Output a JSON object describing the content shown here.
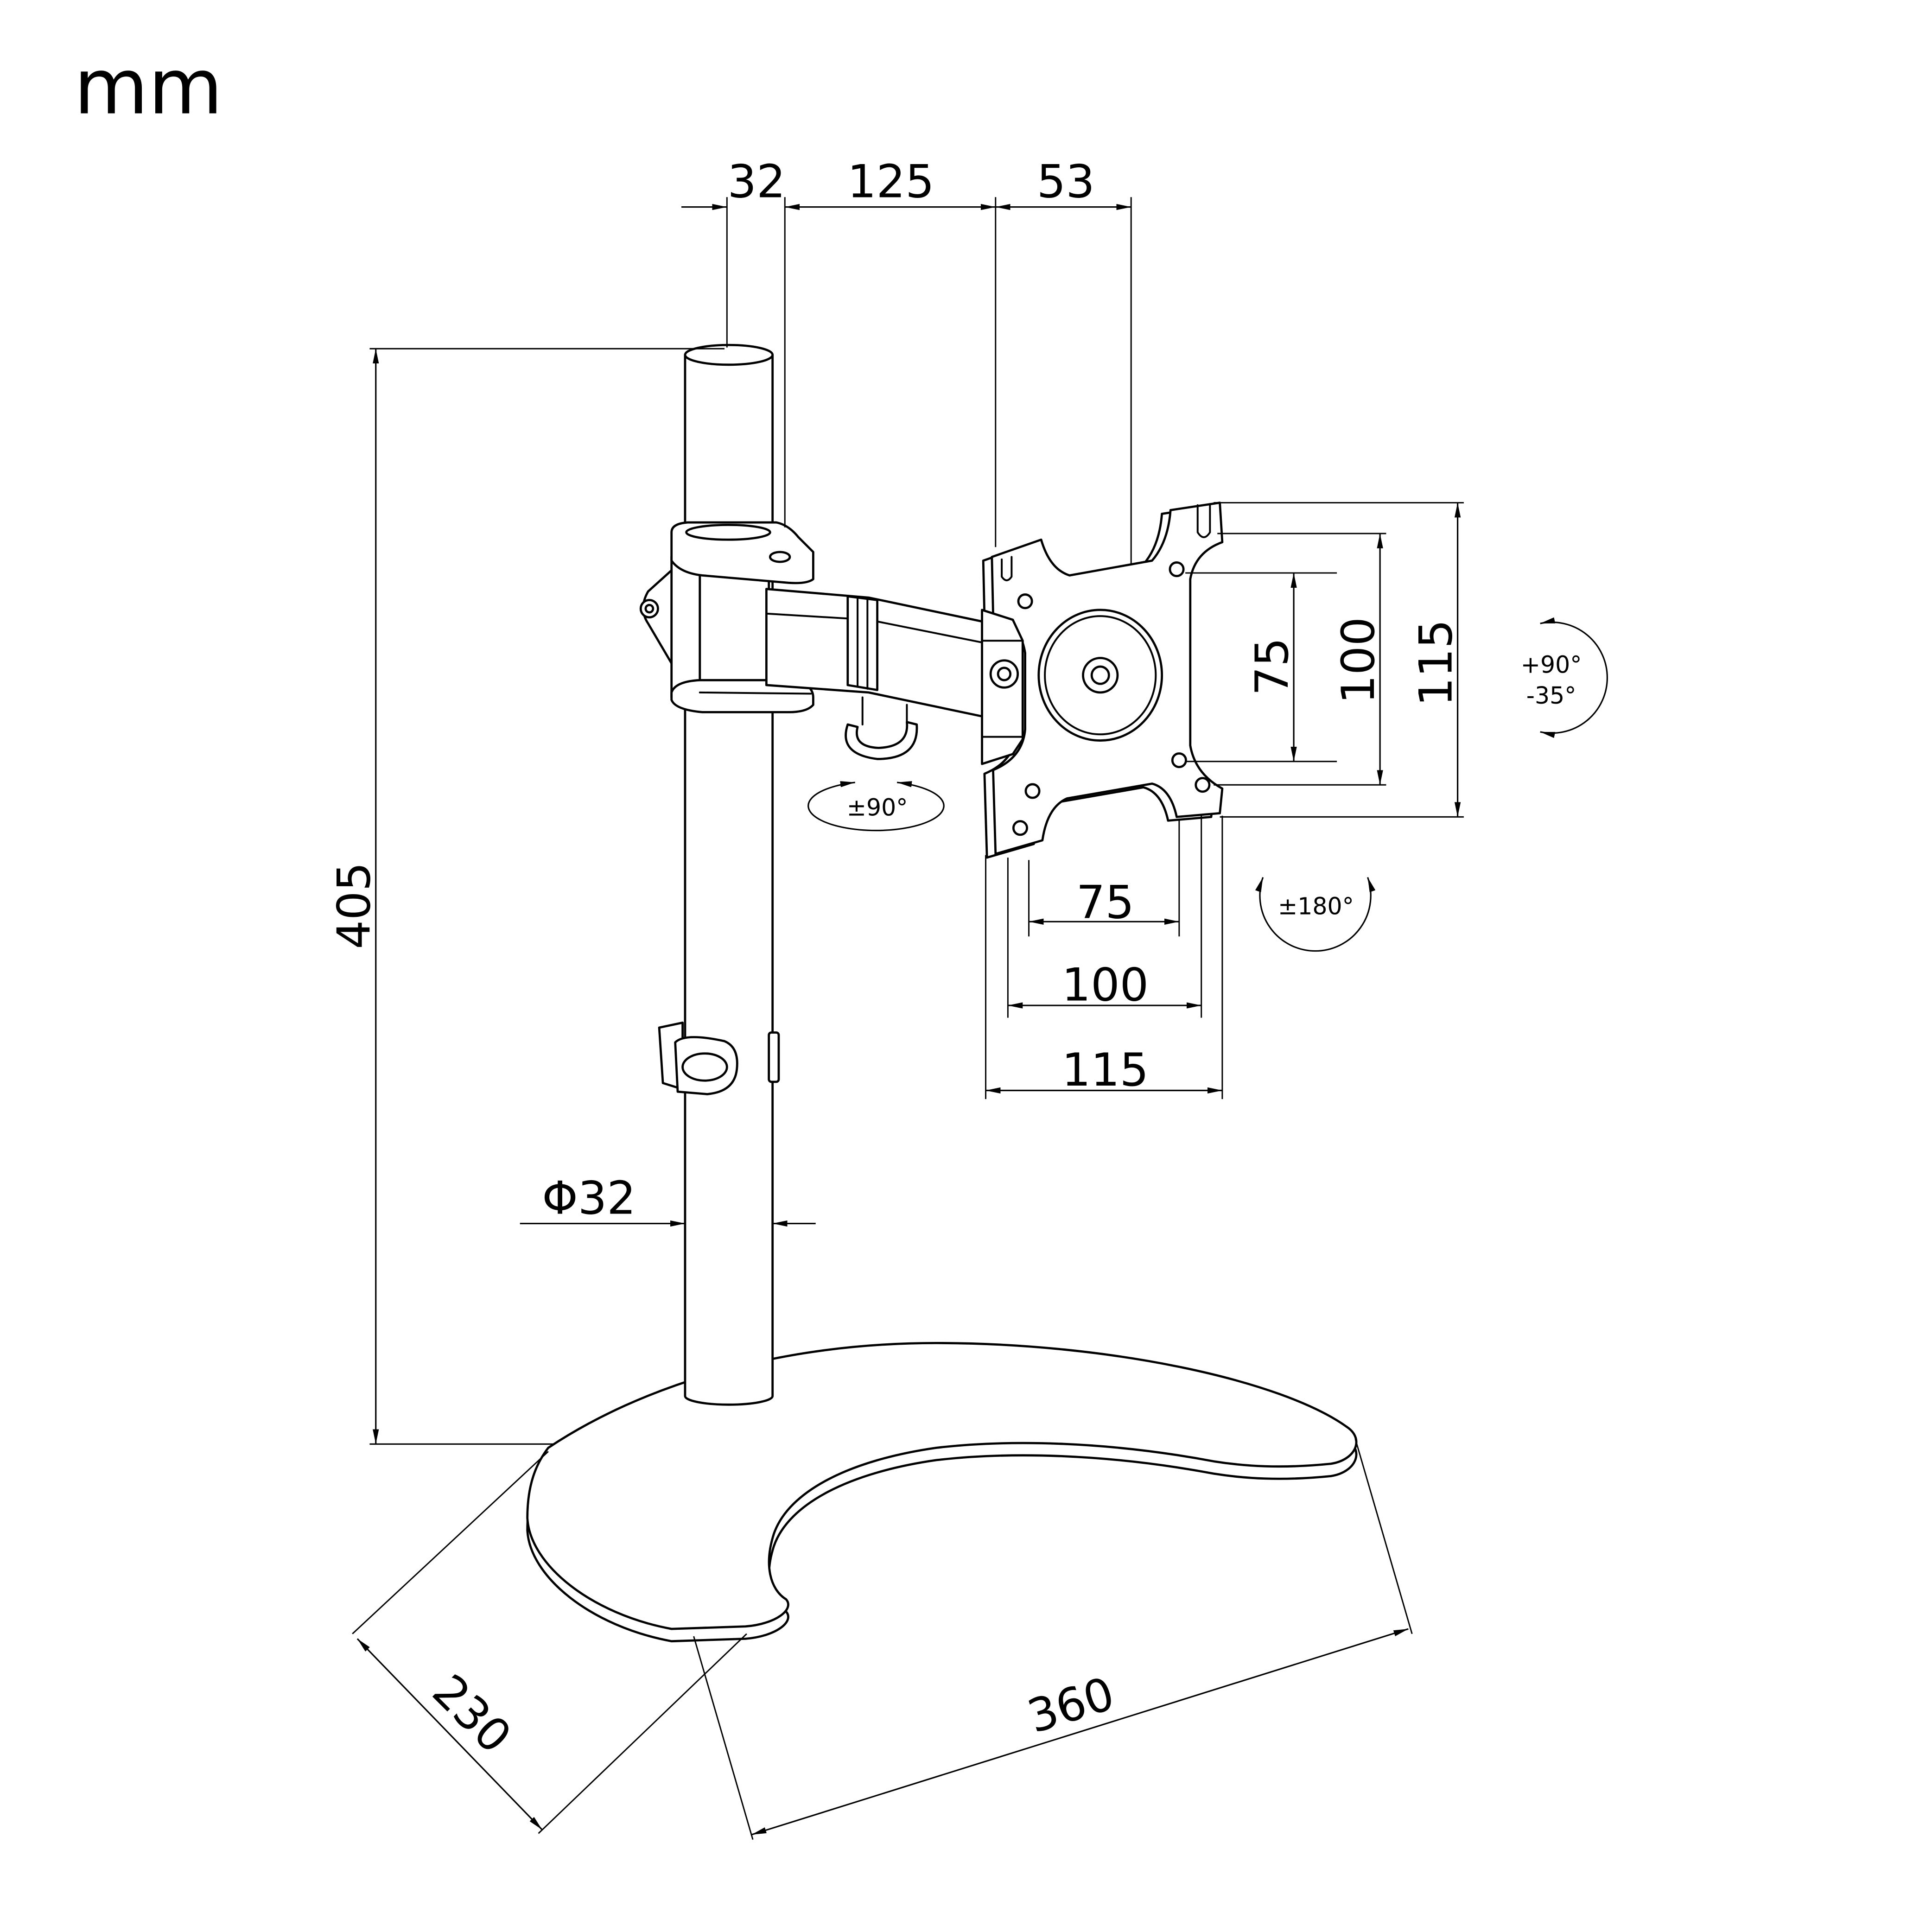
{
  "unit_label": "mm",
  "top_dimensions": {
    "pole": "32",
    "arm": "125",
    "offset": "53"
  },
  "height_dimension": "405",
  "vesa_vertical": {
    "small": "75",
    "medium": "100",
    "large": "115"
  },
  "vesa_horizontal": {
    "small": "75",
    "medium": "100",
    "large": "115"
  },
  "swivel_label": "±90°",
  "tilt_labels": {
    "up": "+90°",
    "down": "-35°"
  },
  "rotation_label": "±180°",
  "pole_diameter": "Φ32",
  "base_dimensions": {
    "depth": "230",
    "width": "360"
  },
  "colors": {
    "line": "#000000",
    "background": "#ffffff"
  }
}
